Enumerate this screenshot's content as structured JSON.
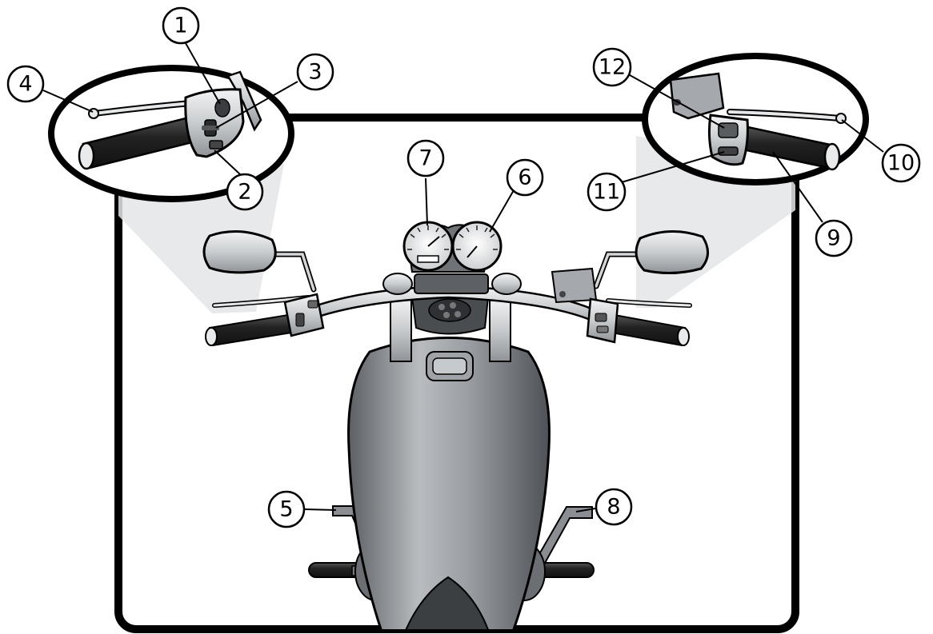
{
  "colors": {
    "background": "#ffffff",
    "outline": "#000000",
    "tank_light": "#b9bcbf",
    "tank_dark": "#5c6064",
    "chrome": "#d4d6d8",
    "grip": "#2b2b2b",
    "beam": "#e3e5e7"
  },
  "callouts": [
    {
      "id": "1",
      "label": "1"
    },
    {
      "id": "2",
      "label": "2"
    },
    {
      "id": "3",
      "label": "3"
    },
    {
      "id": "4",
      "label": "4"
    },
    {
      "id": "5",
      "label": "5"
    },
    {
      "id": "6",
      "label": "6"
    },
    {
      "id": "7",
      "label": "7"
    },
    {
      "id": "8",
      "label": "8"
    },
    {
      "id": "9",
      "label": "9"
    },
    {
      "id": "10",
      "label": "10"
    },
    {
      "id": "11",
      "label": "11"
    },
    {
      "id": "12",
      "label": "12"
    }
  ]
}
